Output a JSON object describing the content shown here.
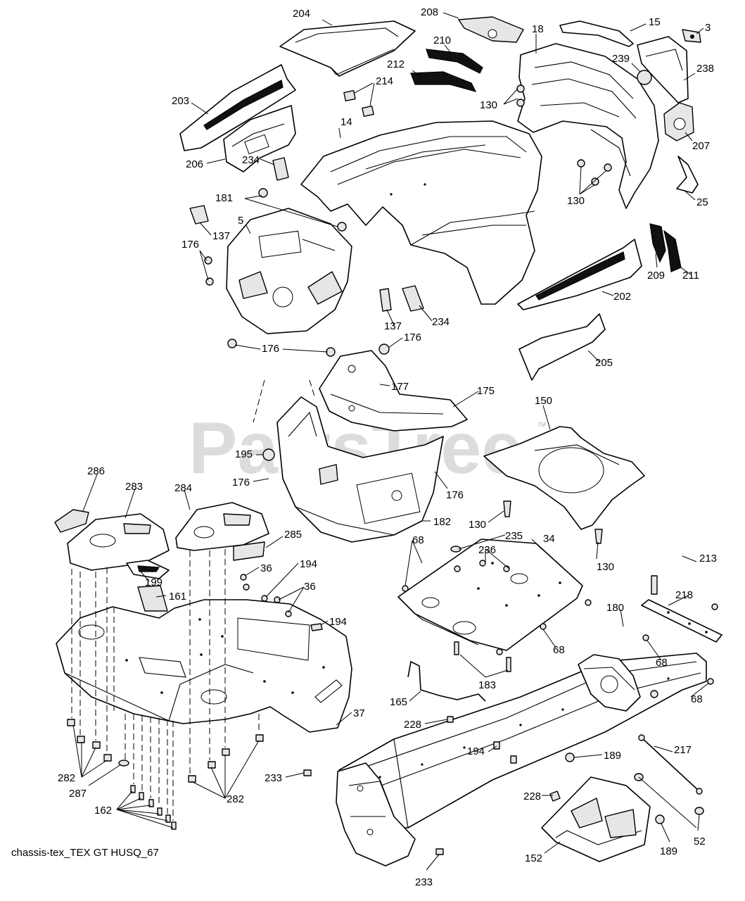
{
  "diagram": {
    "caption": "chassis-tex_TEX GT HUSQ_67",
    "watermark": "PartsTree",
    "watermark_mark": "TM",
    "callouts": {
      "c204": "204",
      "c208": "208",
      "c15": "15",
      "c3": "3",
      "c210": "210",
      "c18": "18",
      "c239": "239",
      "c238": "238",
      "c212": "212",
      "c214": "214",
      "c203": "203",
      "c130a": "130",
      "c14": "14",
      "c207": "207",
      "c206": "206",
      "c234a": "234",
      "c130b": "130",
      "c25": "25",
      "c181": "181",
      "c137a": "137",
      "c5": "5",
      "c176a": "176",
      "c209": "209",
      "c211": "211",
      "c202": "202",
      "c234b": "234",
      "c137b": "137",
      "c176b": "176",
      "c176c": "176",
      "c205": "205",
      "c177": "177",
      "c175": "175",
      "c150": "150",
      "c195": "195",
      "c286": "286",
      "c283": "283",
      "c284": "284",
      "c176d": "176",
      "c176e": "176",
      "c182": "182",
      "c130c": "130",
      "c285": "285",
      "c235": "235",
      "c68a": "68",
      "c34": "34",
      "c236": "236",
      "c130d": "130",
      "c36a": "36",
      "c194a": "194",
      "c36b": "36",
      "c199": "199",
      "c161": "161",
      "c213": "213",
      "c218": "218",
      "c194b": "194",
      "c180": "180",
      "c68b": "68",
      "c68c": "68",
      "c183": "183",
      "c165": "165",
      "c68d": "68",
      "c37": "37",
      "c228a": "228",
      "c217": "217",
      "c194c": "194",
      "c189a": "189",
      "c282a": "282",
      "c233a": "233",
      "c228b": "228",
      "c287": "287",
      "c282b": "282",
      "c162": "162",
      "c52": "52",
      "c189b": "189",
      "c152": "152",
      "c233b": "233"
    }
  }
}
